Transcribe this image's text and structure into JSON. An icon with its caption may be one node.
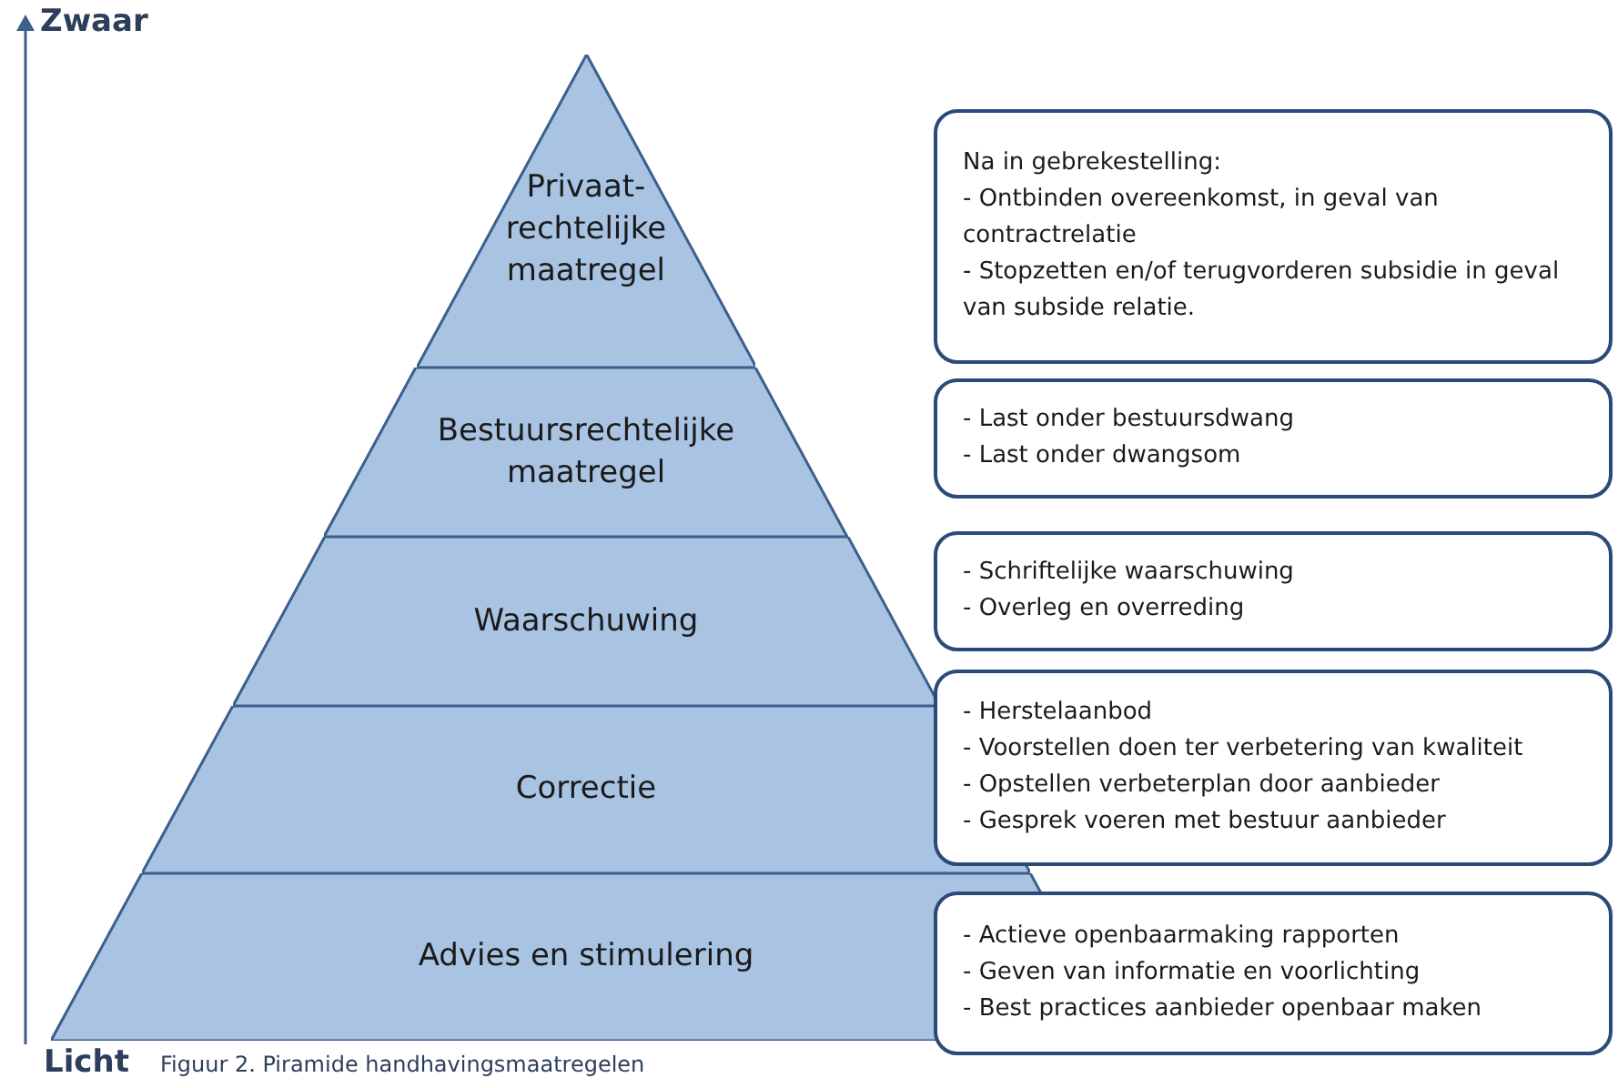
{
  "diagram": {
    "caption": "Figuur 2. Piramide handhavingsmaatregelen",
    "nodes": [
      {
        "text": [
          "Privaat-rechtelijke maatregel"
        ]
      },
      {
        "text": [
          "Bestuursrechtelijke maatregel"
        ]
      },
      {
        "text": [
          "Waarschuwing"
        ]
      },
      {
        "text": [
          "Correctie"
        ]
      },
      {
        "text": [
          "Advies en stimulering"
        ]
      },
      {
        "text": [
          "Na in gebrekestelling:",
          "- Ontbinden overeenkomst, in geval van contractrelatie",
          "- Stopzetten en/of terugvorderen subsidie in geval van subside relatie."
        ]
      },
      {
        "text": [
          "- Last onder bestuursdwang",
          "- Last onder dwangsom"
        ]
      },
      {
        "text": [
          "- Schriftelijke waarschuwing",
          "- Overleg en overreding"
        ]
      },
      {
        "text": [
          "- Herstelaanbod",
          "- Voorstellen doen ter verbetering van kwaliteit",
          "- Opstellen verbeterplan door aanbieder",
          "- Gesprek voeren met bestuur aanbieder"
        ]
      },
      {
        "text": [
          "- Actieve openbaarmaking rapporten",
          "- Geven van informatie en voorlichting",
          "- Best practices aanbieder openbaar maken"
        ]
      }
    ],
    "labels": [
      "Zwaar",
      "Licht"
    ]
  }
}
